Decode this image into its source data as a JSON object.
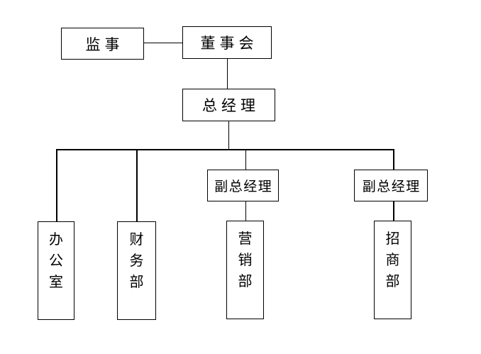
{
  "diagram": {
    "type": "org-chart",
    "background": "#ffffff",
    "line_color": "#000000",
    "text_color": "#000000",
    "nodes": [
      {
        "id": "supervisor",
        "label": "监事",
        "text_direction": "horizontal"
      },
      {
        "id": "board",
        "label": "董事会",
        "text_direction": "horizontal"
      },
      {
        "id": "general-manager",
        "label": "总经理",
        "text_direction": "horizontal"
      },
      {
        "id": "deputy-gm-1",
        "label": "副总经理",
        "text_direction": "horizontal"
      },
      {
        "id": "deputy-gm-2",
        "label": "副总经理",
        "text_direction": "horizontal"
      },
      {
        "id": "office",
        "label": "办公室",
        "text_direction": "vertical"
      },
      {
        "id": "finance-dept",
        "label": "财务部",
        "text_direction": "vertical"
      },
      {
        "id": "marketing-dept",
        "label": "营销部",
        "text_direction": "vertical"
      },
      {
        "id": "investment-dept",
        "label": "招商部",
        "text_direction": "vertical"
      }
    ],
    "edges": [
      {
        "from": "supervisor",
        "to": "board"
      },
      {
        "from": "board",
        "to": "general-manager"
      },
      {
        "from": "general-manager",
        "to": "office"
      },
      {
        "from": "general-manager",
        "to": "finance-dept"
      },
      {
        "from": "general-manager",
        "to": "deputy-gm-1"
      },
      {
        "from": "general-manager",
        "to": "deputy-gm-2"
      },
      {
        "from": "deputy-gm-1",
        "to": "marketing-dept"
      },
      {
        "from": "deputy-gm-2",
        "to": "investment-dept"
      }
    ]
  }
}
